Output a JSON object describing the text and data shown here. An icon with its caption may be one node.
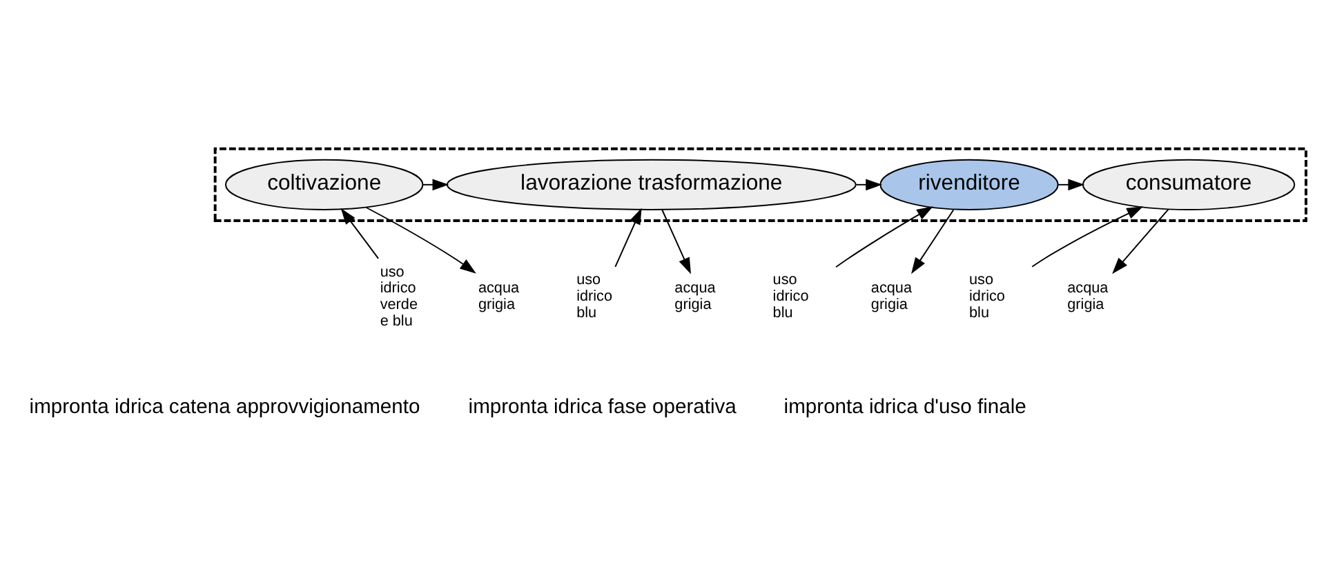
{
  "diagram": {
    "nodes": [
      {
        "text": [],
        "shape": "box"
      },
      {
        "text": [
          "coltivazione"
        ],
        "in": 0
      },
      {
        "text": [
          "lavorazione trasformazione"
        ],
        "in": 0
      },
      {
        "text": [
          "rivenditore"
        ],
        "in": 0
      },
      {
        "text": [
          "consumatore"
        ],
        "in": 0
      },
      {
        "text": [
          "uso idrico verde e blu"
        ]
      },
      {
        "text": [
          "acqua grigia"
        ]
      },
      {
        "text": [
          "uso idrico blu"
        ]
      },
      {
        "text": [
          "acqua grigia"
        ]
      },
      {
        "text": [
          "uso idrico blu"
        ]
      },
      {
        "text": [
          "acqua grigia"
        ]
      },
      {
        "text": [
          "uso idrico blu"
        ]
      },
      {
        "text": [
          "acqua grigia"
        ]
      }
    ],
    "edges": [
      {
        "from": 1,
        "to": 2,
        "arrow": "to"
      },
      {
        "from": 2,
        "to": 3,
        "arrow": "to"
      },
      {
        "from": 3,
        "to": 4,
        "arrow": "to"
      },
      {
        "from": 5,
        "to": 1,
        "arrow": "to"
      },
      {
        "from": 1,
        "to": 6,
        "arrow": "to"
      },
      {
        "from": 7,
        "to": 2,
        "arrow": "to"
      },
      {
        "from": 2,
        "to": 8,
        "arrow": "to"
      },
      {
        "from": 9,
        "to": 3,
        "arrow": "to"
      },
      {
        "from": 3,
        "to": 10,
        "arrow": "to"
      },
      {
        "from": 11,
        "to": 4,
        "arrow": "to"
      },
      {
        "from": 4,
        "to": 12,
        "arrow": "to"
      }
    ],
    "labels": [
      "impronta idrica catena approvvigionamento",
      "impronta idrica fase operativa",
      "impronta idrica d'uso finale"
    ]
  }
}
